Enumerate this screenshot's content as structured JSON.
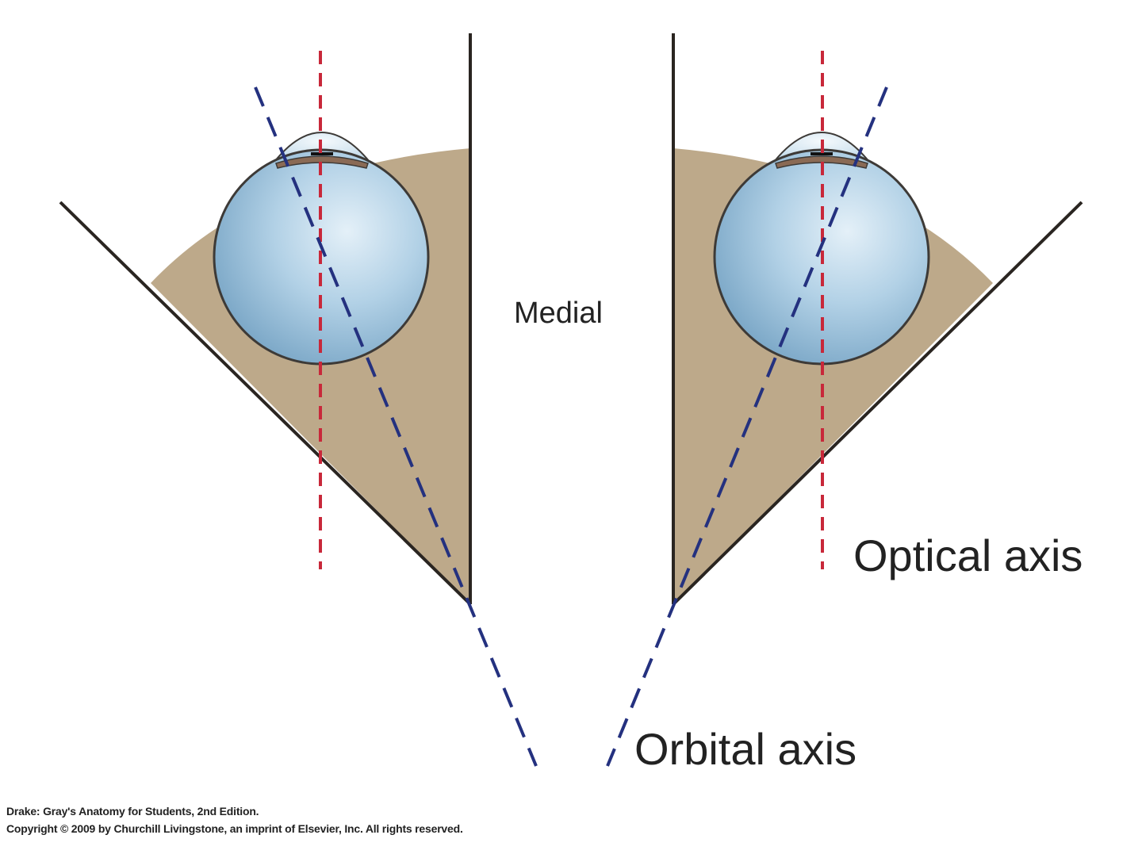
{
  "labels": {
    "medial": "Medial",
    "optical_axis": "Optical axis",
    "orbital_axis": "Orbital axis"
  },
  "credit": {
    "line1": "Drake: Gray's Anatomy for Students, 2nd Edition.",
    "line2": "Copyright © 2009 by Churchill Livingstone, an imprint of Elsevier, Inc. All rights reserved."
  },
  "colors": {
    "orbit_fill": "#bda98a",
    "wall_line": "#2a2521",
    "eyeball": "#9cc3dc",
    "optical_axis": "#c8283a",
    "orbital_axis": "#24317f"
  }
}
